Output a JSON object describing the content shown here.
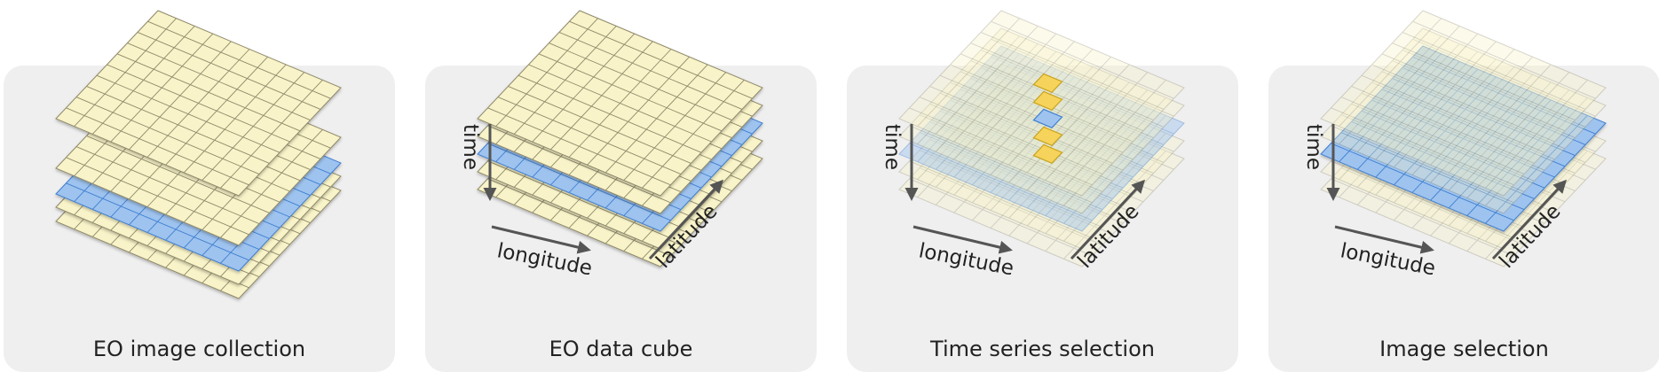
{
  "panels": [
    {
      "caption": "EO image collection"
    },
    {
      "caption": "EO data cube"
    },
    {
      "caption": "Time series selection"
    },
    {
      "caption": "Image selection"
    }
  ],
  "axes": {
    "time": "time",
    "longitude": "longitude",
    "latitude": "latitude"
  },
  "colors": {
    "panel_bg": "#efefef",
    "layer_fill": "#f8f3c8",
    "layer_edge": "#8f8a6a",
    "highlight_fill": "#9ec3ef",
    "highlight_edge": "#3f7fd0",
    "pixel_fill": "#f6d35a",
    "axis_arrow": "#555555"
  }
}
